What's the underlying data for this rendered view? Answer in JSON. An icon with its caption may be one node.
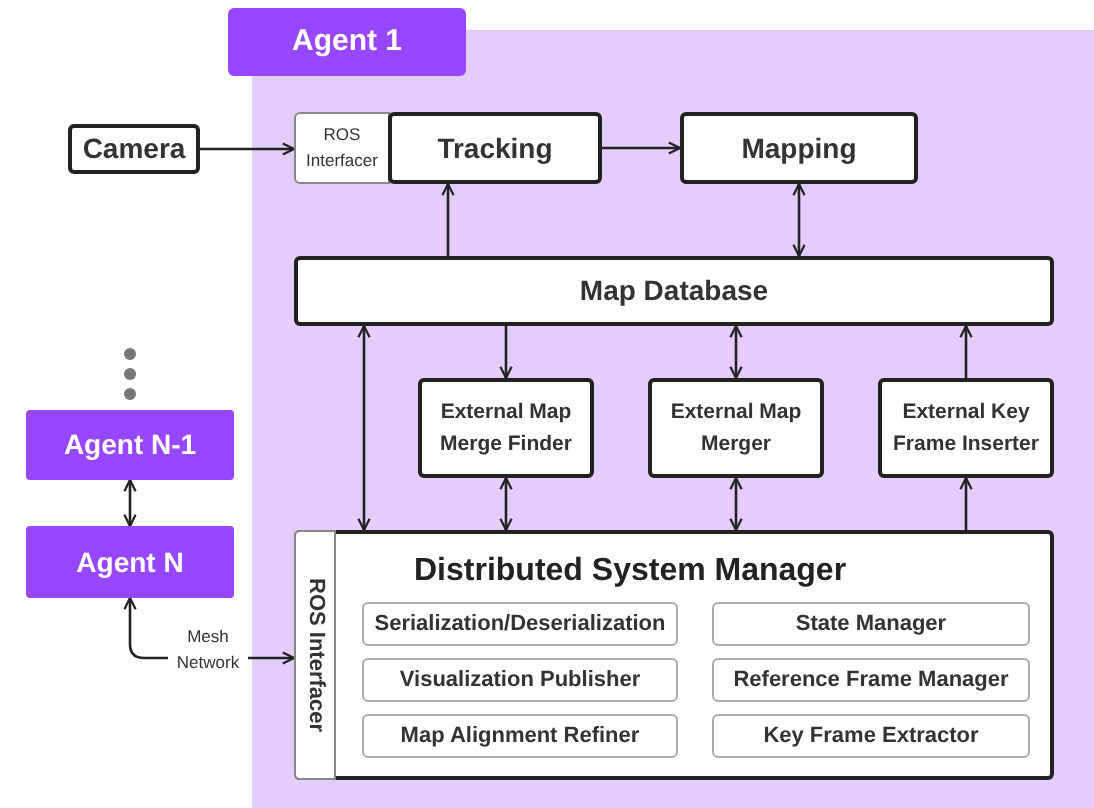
{
  "diagram": {
    "nodes": [
      {
        "text": [
          "Agent 1"
        ]
      },
      {
        "text": [],
        "shape": "box"
      },
      {
        "text": [
          "Camera"
        ]
      },
      {
        "text": [
          "ROS Interfacer"
        ],
        "in": 1
      },
      {
        "text": [
          "Tracking"
        ],
        "in": 1
      },
      {
        "text": [
          "Mapping"
        ],
        "in": 1
      },
      {
        "text": [
          "Map Database"
        ],
        "in": 1
      },
      {
        "text": [
          "External Map Merge Finder"
        ],
        "in": 1
      },
      {
        "text": [
          "External Map Merger"
        ],
        "in": 1
      },
      {
        "text": [
          "External Key Frame Inserter"
        ],
        "in": 1
      },
      {
        "text": [
          "Distributed System Manager"
        ],
        "in": 1
      },
      {
        "text": [
          "ROS Interfacer"
        ],
        "in": 10
      },
      {
        "text": [
          "Serialization/Deserialization"
        ],
        "in": 10
      },
      {
        "text": [
          "State Manager"
        ],
        "in": 10
      },
      {
        "text": [
          "Visualization Publisher"
        ],
        "in": 10
      },
      {
        "text": [
          "Reference Frame Manager"
        ],
        "in": 10
      },
      {
        "text": [
          "Map Alignment Refiner"
        ],
        "in": 10
      },
      {
        "text": [
          "Key Frame Extractor"
        ],
        "in": 10
      },
      {
        "text": [
          "Agent N-1"
        ]
      },
      {
        "text": [
          "Agent N"
        ]
      }
    ],
    "edges": [
      {
        "from": 2,
        "to": 3,
        "arrow": "to"
      },
      {
        "from": 4,
        "to": 5,
        "arrow": "to"
      },
      {
        "from": 6,
        "to": 4,
        "arrow": "to"
      },
      {
        "from": 5,
        "to": 6,
        "arrow": "both"
      },
      {
        "from": 6,
        "to": 10,
        "arrow": "both"
      },
      {
        "from": 6,
        "to": 7,
        "arrow": "to"
      },
      {
        "from": 6,
        "to": 8,
        "arrow": "both"
      },
      {
        "from": 9,
        "to": 6,
        "arrow": "to"
      },
      {
        "from": 7,
        "to": 10,
        "arrow": "both"
      },
      {
        "from": 8,
        "to": 10,
        "arrow": "both"
      },
      {
        "from": 10,
        "to": 9,
        "arrow": "to"
      },
      {
        "from": 18,
        "to": 19,
        "arrow": "both"
      },
      {
        "from": 11,
        "to": 19,
        "arrow": "both",
        "label": "Mesh Network"
      }
    ]
  }
}
